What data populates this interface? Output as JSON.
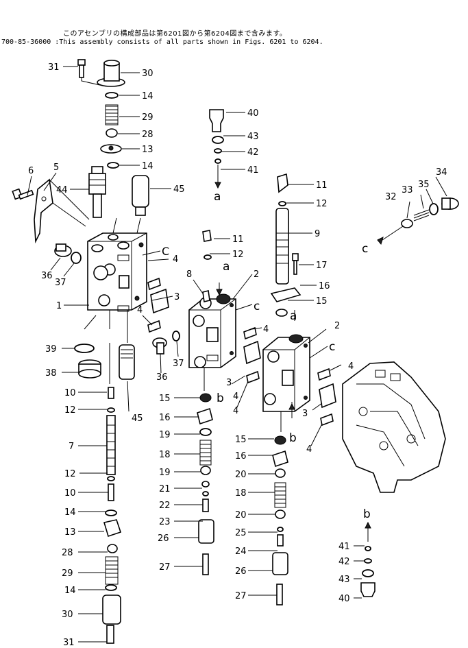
{
  "header": {
    "line_jp": "このアセンブリの構成部品は第6201図から第6204図まで含みます。",
    "line_en": "700-85-36000 :This assembly consists of all parts shown in Figs. 6201 to 6204."
  },
  "callouts": [
    {
      "id": "c-31a",
      "text": "31"
    },
    {
      "id": "c-30a",
      "text": "30"
    },
    {
      "id": "c-14a",
      "text": "14"
    },
    {
      "id": "c-29a",
      "text": "29"
    },
    {
      "id": "c-28a",
      "text": "28"
    },
    {
      "id": "c-13a",
      "text": "13"
    },
    {
      "id": "c-14b",
      "text": "14"
    },
    {
      "id": "c-6",
      "text": "6"
    },
    {
      "id": "c-5",
      "text": "5"
    },
    {
      "id": "c-44",
      "text": "44"
    },
    {
      "id": "c-45a",
      "text": "45"
    },
    {
      "id": "c-36a",
      "text": "36"
    },
    {
      "id": "c-37a",
      "text": "37"
    },
    {
      "id": "c-1",
      "text": "1"
    },
    {
      "id": "c-39",
      "text": "39"
    },
    {
      "id": "c-38",
      "text": "38"
    },
    {
      "id": "c-10a",
      "text": "10"
    },
    {
      "id": "c-12a",
      "text": "12"
    },
    {
      "id": "c-7",
      "text": "7"
    },
    {
      "id": "c-12b",
      "text": "12"
    },
    {
      "id": "c-10b",
      "text": "10"
    },
    {
      "id": "c-14c",
      "text": "14"
    },
    {
      "id": "c-13b",
      "text": "13"
    },
    {
      "id": "c-28b",
      "text": "28"
    },
    {
      "id": "c-29b",
      "text": "29"
    },
    {
      "id": "c-14d",
      "text": "14"
    },
    {
      "id": "c-30b",
      "text": "30"
    },
    {
      "id": "c-31b",
      "text": "31"
    },
    {
      "id": "c-45b",
      "text": "45"
    },
    {
      "id": "c-40a",
      "text": "40"
    },
    {
      "id": "c-43a",
      "text": "43"
    },
    {
      "id": "c-42a",
      "text": "42"
    },
    {
      "id": "c-41a",
      "text": "41"
    },
    {
      "id": "c-a1",
      "text": "a"
    },
    {
      "id": "c-11a",
      "text": "11"
    },
    {
      "id": "c-12c",
      "text": "12"
    },
    {
      "id": "c-9",
      "text": "9"
    },
    {
      "id": "c-17",
      "text": "17"
    },
    {
      "id": "c-16a",
      "text": "16"
    },
    {
      "id": "c-15a",
      "text": "15"
    },
    {
      "id": "c-34",
      "text": "34"
    },
    {
      "id": "c-33",
      "text": "33"
    },
    {
      "id": "c-35",
      "text": "35"
    },
    {
      "id": "c-32",
      "text": "32"
    },
    {
      "id": "c-c1",
      "text": "c"
    },
    {
      "id": "c-C2",
      "text": "C"
    },
    {
      "id": "c-4a",
      "text": "4"
    },
    {
      "id": "c-11b",
      "text": "11"
    },
    {
      "id": "c-12d",
      "text": "12"
    },
    {
      "id": "c-a2",
      "text": "a"
    },
    {
      "id": "c-8",
      "text": "8"
    },
    {
      "id": "c-2a",
      "text": "2"
    },
    {
      "id": "c-3a",
      "text": "3"
    },
    {
      "id": "c-c3",
      "text": "c"
    },
    {
      "id": "c-4b",
      "text": "4"
    },
    {
      "id": "c-4c",
      "text": "4"
    },
    {
      "id": "c-37b",
      "text": "37"
    },
    {
      "id": "c-36b",
      "text": "36"
    },
    {
      "id": "c-a3",
      "text": "a"
    },
    {
      "id": "c-2b",
      "text": "2"
    },
    {
      "id": "c-c4",
      "text": "c"
    },
    {
      "id": "c-4d",
      "text": "4"
    },
    {
      "id": "c-3b",
      "text": "3"
    },
    {
      "id": "c-4e",
      "text": "4"
    },
    {
      "id": "c-b1",
      "text": "b"
    },
    {
      "id": "c-15b",
      "text": "15"
    },
    {
      "id": "c-16b",
      "text": "16"
    },
    {
      "id": "c-19a",
      "text": "19"
    },
    {
      "id": "c-18a",
      "text": "18"
    },
    {
      "id": "c-19b",
      "text": "19"
    },
    {
      "id": "c-21",
      "text": "21"
    },
    {
      "id": "c-22",
      "text": "22"
    },
    {
      "id": "c-23",
      "text": "23"
    },
    {
      "id": "c-26a",
      "text": "26"
    },
    {
      "id": "c-27a",
      "text": "27"
    },
    {
      "id": "c-3c",
      "text": "3"
    },
    {
      "id": "c-4f",
      "text": "4"
    },
    {
      "id": "c-4g",
      "text": "4"
    },
    {
      "id": "c-b2",
      "text": "b"
    },
    {
      "id": "c-15c",
      "text": "15"
    },
    {
      "id": "c-16c",
      "text": "16"
    },
    {
      "id": "c-20a",
      "text": "20"
    },
    {
      "id": "c-18b",
      "text": "18"
    },
    {
      "id": "c-20b",
      "text": "20"
    },
    {
      "id": "c-25",
      "text": "25"
    },
    {
      "id": "c-24",
      "text": "24"
    },
    {
      "id": "c-26b",
      "text": "26"
    },
    {
      "id": "c-27b",
      "text": "27"
    },
    {
      "id": "c-b3",
      "text": "b"
    },
    {
      "id": "c-41b",
      "text": "41"
    },
    {
      "id": "c-42b",
      "text": "42"
    },
    {
      "id": "c-43b",
      "text": "43"
    },
    {
      "id": "c-40b",
      "text": "40"
    }
  ]
}
